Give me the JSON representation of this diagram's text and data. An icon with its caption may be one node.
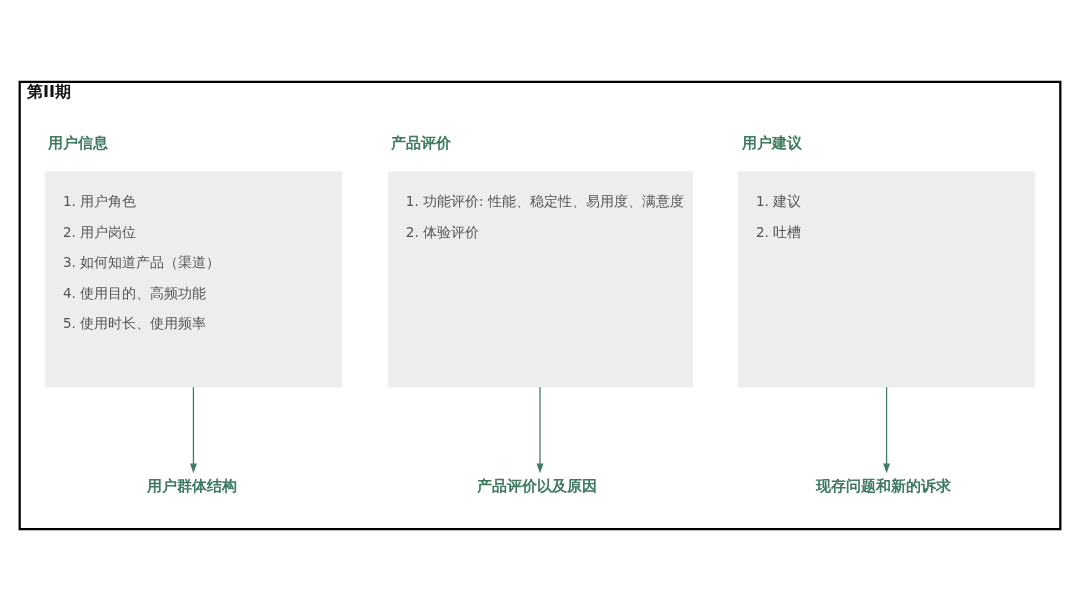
{
  "diagram": {
    "nodes": [
      {
        "text": [
          "第II期"
        ]
      },
      {
        "text": [
          "用户信息",
          "1. 用户角色",
          "2. 用户岗位",
          "3. 如何知道产品（渠道）",
          "4. 使用目的、高频功能",
          "5. 使用时长、使用频率"
        ],
        "in": 0
      },
      {
        "text": [
          "产品评价",
          "1. 功能评价: 性能、稳定性、易用度、满意度",
          "2. 体验评价"
        ],
        "in": 0
      },
      {
        "text": [
          "用户建议",
          "1. 建议",
          "2. 吐槽"
        ],
        "in": 0
      },
      {
        "text": [
          "用户群体结构"
        ],
        "in": 0
      },
      {
        "text": [
          "产品评价以及原因"
        ],
        "in": 0
      },
      {
        "text": [
          "现存问题和新的诉求"
        ],
        "in": 0
      }
    ],
    "edges": [
      {
        "from": 1,
        "to": 4,
        "arrow": "to"
      },
      {
        "from": 2,
        "to": 5,
        "arrow": "to"
      },
      {
        "from": 3,
        "to": 6,
        "arrow": "to"
      }
    ]
  }
}
